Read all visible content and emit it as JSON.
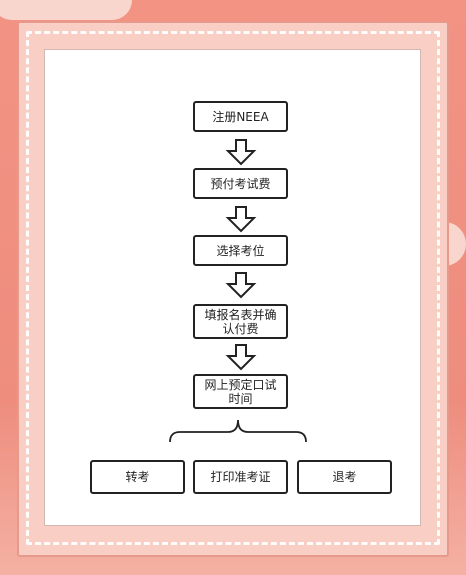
{
  "flowchart": {
    "steps": [
      "注册NEEA",
      "预付考试费",
      "选择考位",
      "填报名表并确\n认付费",
      "网上预定口试\n时间"
    ],
    "outcomes": [
      "转考",
      "打印准考证",
      "退考"
    ]
  },
  "colors": {
    "background": "#ef8f80",
    "frame": "#f9cfc5",
    "paper": "#ffffff",
    "line": "#222222"
  }
}
